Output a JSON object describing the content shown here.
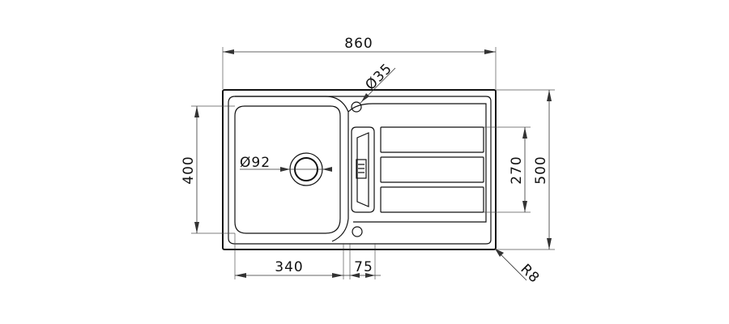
{
  "dimensions": {
    "overall_width": "860",
    "drain_hole_diameter": "Ø35",
    "waste_diameter": "Ø92",
    "bowl_depth": "400",
    "drainer_height": "270",
    "overall_depth": "500",
    "bowl_width": "340",
    "gap_width": "75",
    "corner_radius": "R8"
  },
  "colors": {
    "line": "#111111",
    "dimension": "#333333",
    "background": "#ffffff"
  }
}
